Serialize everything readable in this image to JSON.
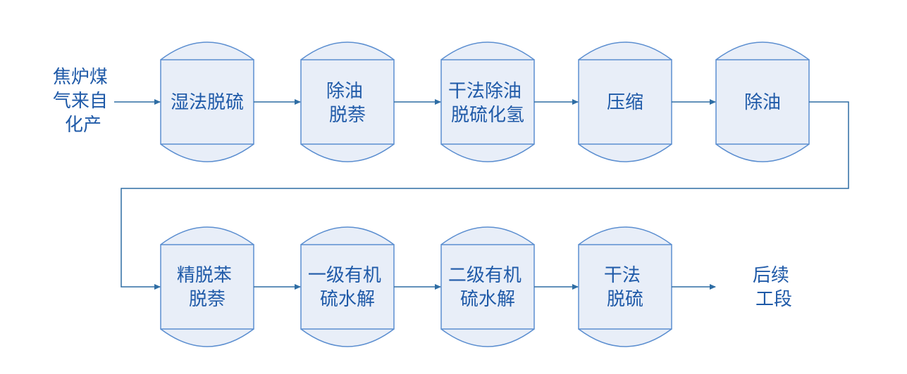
{
  "input": {
    "lines": [
      "焦炉煤",
      "气来自",
      "化产"
    ]
  },
  "output": {
    "lines": [
      "后续",
      "工段"
    ]
  },
  "colors": {
    "text": "#1f5aa8",
    "vessel_fill": "#e8eef8",
    "vessel_stroke": "#5b8ed0",
    "arrow": "#2e6da4"
  },
  "row1": [
    {
      "lines": [
        "湿法脱硫"
      ]
    },
    {
      "lines": [
        "除油",
        "脱萘"
      ]
    },
    {
      "lines": [
        "干法除油",
        "脱硫化氢"
      ]
    },
    {
      "lines": [
        "压缩"
      ]
    },
    {
      "lines": [
        "除油"
      ]
    }
  ],
  "row2": [
    {
      "lines": [
        "精脱苯",
        "脱萘"
      ]
    },
    {
      "lines": [
        "一级有机",
        "硫水解"
      ]
    },
    {
      "lines": [
        "二级有机",
        "硫水解"
      ]
    },
    {
      "lines": [
        "干法",
        "脱硫"
      ]
    }
  ]
}
